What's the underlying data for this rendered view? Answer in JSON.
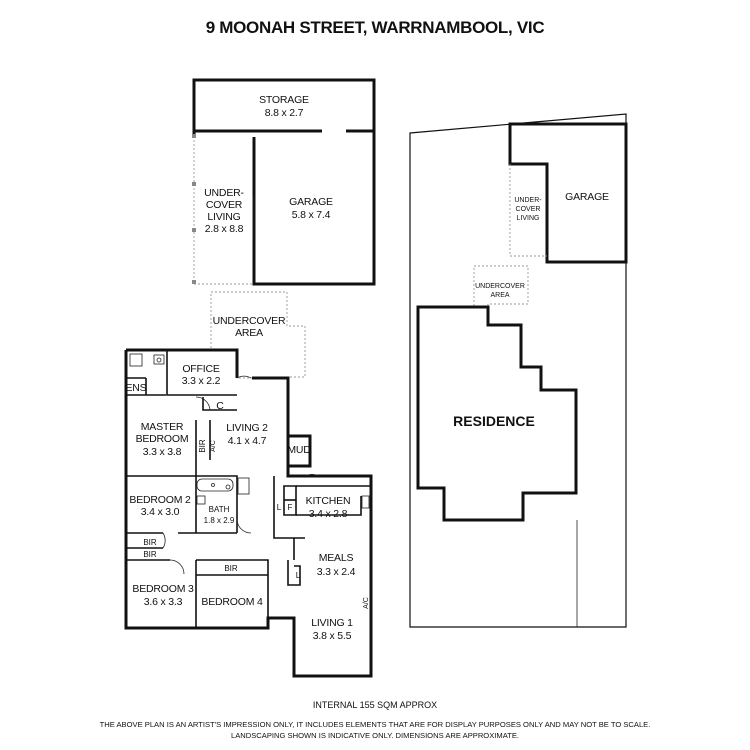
{
  "title": "9 MOONAH STREET, WARRNAMBOOL, VIC",
  "rooms": {
    "storage": {
      "name": "STORAGE",
      "dims": "8.8 x 2.7"
    },
    "undercover_living": {
      "line1": "UNDER-",
      "line2": "COVER",
      "line3": "LIVING",
      "dims": "2.8 x 8.8"
    },
    "garage": {
      "name": "GARAGE",
      "dims": "5.8 x 7.4"
    },
    "undercover_area": {
      "line1": "UNDERCOVER",
      "line2": "AREA"
    },
    "office": {
      "name": "OFFICE",
      "dims": "3.3 x 2.2"
    },
    "ens": {
      "name": "ENS"
    },
    "c": {
      "name": "C"
    },
    "master_bedroom": {
      "line1": "MASTER",
      "line2": "BEDROOM",
      "dims": "3.3 x 3.8"
    },
    "bir_master": {
      "name": "BIR"
    },
    "ac": {
      "name": "A/C"
    },
    "living2": {
      "name": "LIVING 2",
      "dims": "4.1 x 4.7"
    },
    "mud": {
      "name": "MUD"
    },
    "bedroom2": {
      "name": "BEDROOM 2",
      "dims": "3.4 x 3.0"
    },
    "bath": {
      "name": "BATH",
      "dims": "1.8 x 2.9"
    },
    "kitchen": {
      "name": "KITCHEN",
      "dims": "3.4 x 2.8"
    },
    "l": {
      "name": "L"
    },
    "f": {
      "name": "F"
    },
    "bir_a": {
      "name": "BIR"
    },
    "bir_b": {
      "name": "BIR"
    },
    "bir_c": {
      "name": "BIR"
    },
    "meals": {
      "name": "MEALS",
      "dims": "3.3 x 2.4"
    },
    "l2": {
      "name": "L"
    },
    "bedroom3": {
      "name": "BEDROOM 3",
      "dims": "3.6 x 3.3"
    },
    "bedroom4": {
      "name": "BEDROOM 4"
    },
    "living1": {
      "name": "LIVING 1",
      "dims": "3.8 x 5.5"
    },
    "ac2": {
      "name": "A/C"
    }
  },
  "site": {
    "garage": "GARAGE",
    "undercover_living": {
      "line1": "UNDER-",
      "line2": "COVER",
      "line3": "LIVING"
    },
    "undercover_area": {
      "line1": "UNDERCOVER",
      "line2": "AREA"
    },
    "residence": "RESIDENCE"
  },
  "footer": {
    "area": "INTERNAL 155 SQM APPROX",
    "disclaimer1": "THE ABOVE PLAN IS AN ARTIST'S IMPRESSION ONLY, IT INCLUDES ELEMENTS THAT ARE FOR DISPLAY PURPOSES ONLY AND MAY NOT BE TO SCALE.",
    "disclaimer2": "LANDSCAPING SHOWN IS INDICATIVE ONLY. DIMENSIONS ARE APPROXIMATE."
  }
}
